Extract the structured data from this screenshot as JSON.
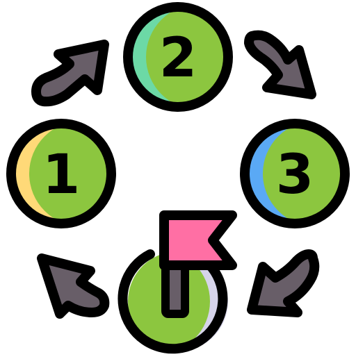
{
  "steps": [
    {
      "label": "1",
      "color": "#8cc63f",
      "accent": "#ffd978"
    },
    {
      "label": "2",
      "color": "#8cc63f",
      "accent": "#6cd9a6"
    },
    {
      "label": "3",
      "color": "#8cc63f",
      "accent": "#5aa9f5"
    }
  ],
  "goal": {
    "color": "#8cc63f",
    "accent": "#d6d4ea",
    "flag_color": "#ff6fa4",
    "icon": "flag-icon"
  },
  "arrow_color": "#685e68",
  "outline_color": "#000000"
}
